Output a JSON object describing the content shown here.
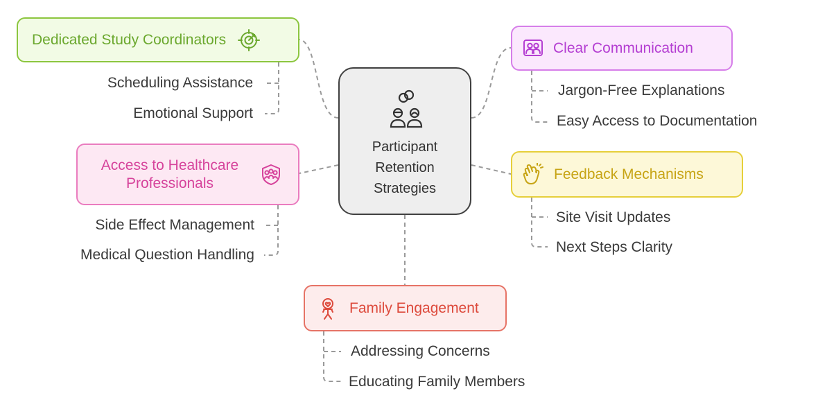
{
  "center": {
    "title": "Participant Retention Strategies",
    "icon": "people-link-icon"
  },
  "branches": {
    "coordinators": {
      "label": "Dedicated Study Coordinators",
      "icon": "target-icon",
      "color": "#8cc63f",
      "items": [
        "Scheduling Assistance",
        "Emotional Support"
      ]
    },
    "communication": {
      "label": "Clear Communication",
      "icon": "people-frame-icon",
      "color": "#d67ee9",
      "items": [
        "Jargon-Free Explanations",
        "Easy Access to Documentation"
      ]
    },
    "healthcare": {
      "label": "Access to Healthcare Professionals",
      "icon": "group-shield-icon",
      "color": "#ea7cbf",
      "items": [
        "Side Effect Management",
        "Medical Question Handling"
      ]
    },
    "feedback": {
      "label": "Feedback Mechanisms",
      "icon": "waving-hand-icon",
      "color": "#e6cf3a",
      "items": [
        "Site Visit Updates",
        "Next Steps Clarity"
      ]
    },
    "family": {
      "label": "Family Engagement",
      "icon": "person-heart-icon",
      "color": "#e67366",
      "items": [
        "Addressing Concerns",
        "Educating Family Members"
      ]
    }
  }
}
